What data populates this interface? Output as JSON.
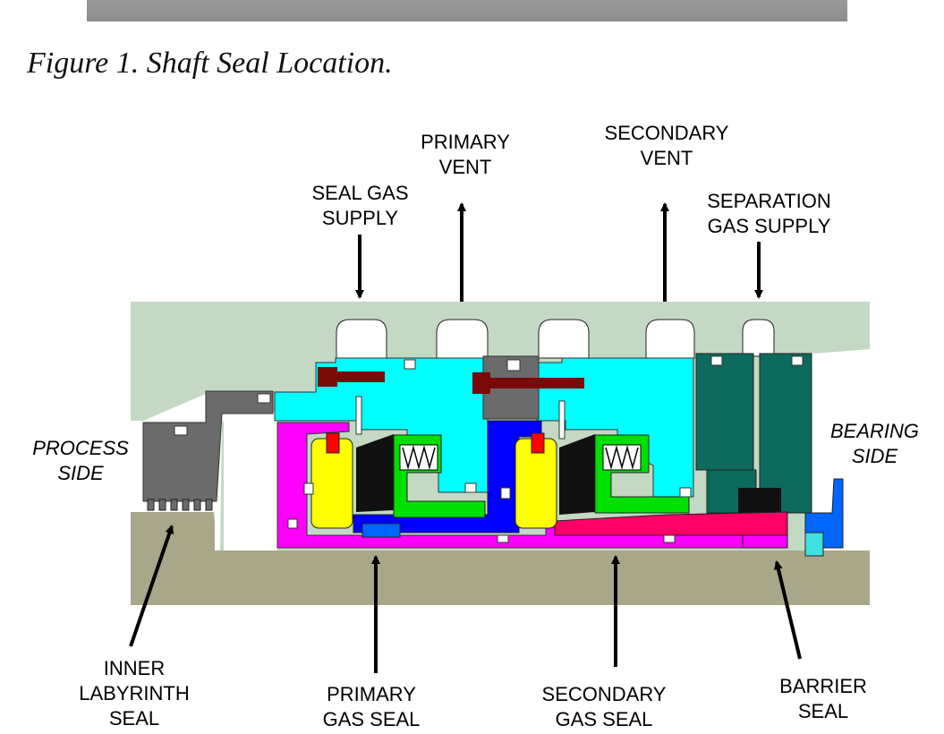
{
  "caption": "Figure 1. Shaft Seal Location.",
  "labels": {
    "seal_gas_supply": "SEAL GAS\nSUPPLY",
    "primary_vent": "PRIMARY\nVENT",
    "secondary_vent": "SECONDARY\nVENT",
    "separation_gas_supply": "SEPARATION\nGAS SUPPLY",
    "process_side": "PROCESS\nSIDE",
    "bearing_side": "BEARING\nSIDE",
    "inner_labyrinth_seal": "INNER\nLABYRINTH\nSEAL",
    "primary_gas_seal": "PRIMARY\nGAS SEAL",
    "secondary_gas_seal": "SECONDARY\nGAS SEAL",
    "barrier_seal": "BARRIER\nSEAL"
  },
  "colors": {
    "housing": "#c3d9c3",
    "shaft": "#a9a78a",
    "labyrinth": "#6b6b6b",
    "cyan": "#00ffff",
    "magenta": "#ff00ff",
    "yellow": "#ffff00",
    "green": "#00e000",
    "blue": "#0000ff",
    "teal": "#0c6b5e",
    "red": "#ff0000",
    "pink": "#ff0066",
    "bolt": "#7a0a0a"
  }
}
